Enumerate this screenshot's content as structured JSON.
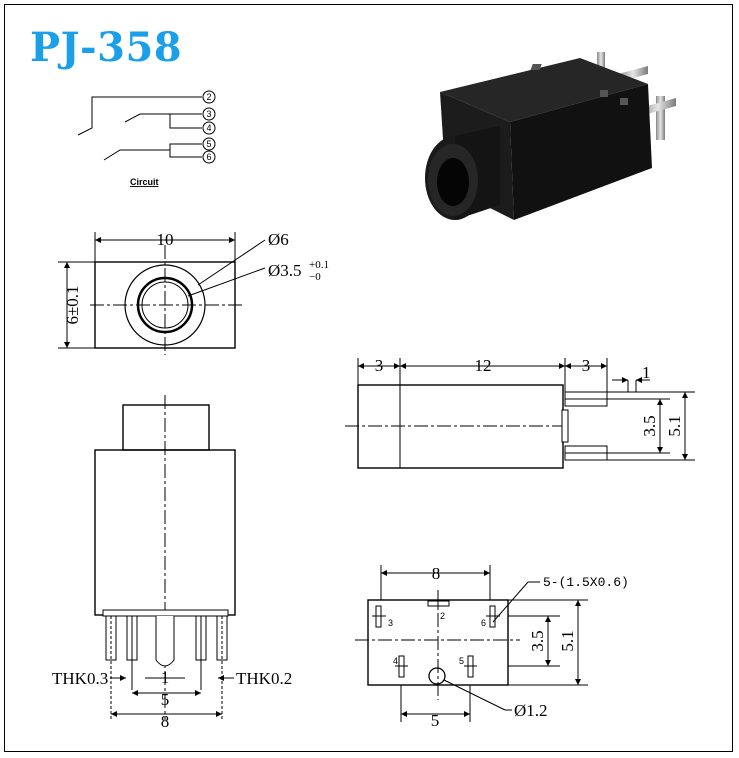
{
  "title": "PJ-358",
  "colors": {
    "title": "#1a9fe8",
    "body": "#151515",
    "pin": "#c8c8c8"
  },
  "circuit": {
    "label": "Circuit",
    "pins": [
      "2",
      "3",
      "4",
      "5",
      "6"
    ]
  },
  "front_view": {
    "width": "10",
    "height": "6±0.1",
    "outer_dia": "Ø6",
    "inner_dia": "Ø3.5",
    "tol_upper": "+0.1",
    "tol_lower": "−0"
  },
  "side_view": {
    "d1": "3",
    "d2": "12",
    "d3": "3",
    "pin_width": "1",
    "pin_pitch": "3.5",
    "pin_span": "5.1"
  },
  "bottom_view": {
    "thk_left": "THK0.3",
    "thk_right": "THK0.2",
    "inner": "1",
    "mid": "5",
    "outer": "8"
  },
  "footprint": {
    "width": "8",
    "slots": "5-(1.5X0.6)",
    "pin_labels": [
      "2",
      "3",
      "4",
      "5",
      "6"
    ],
    "pitch": "3.5",
    "span": "5.1",
    "hole": "Ø1.2",
    "bottom": "5"
  }
}
